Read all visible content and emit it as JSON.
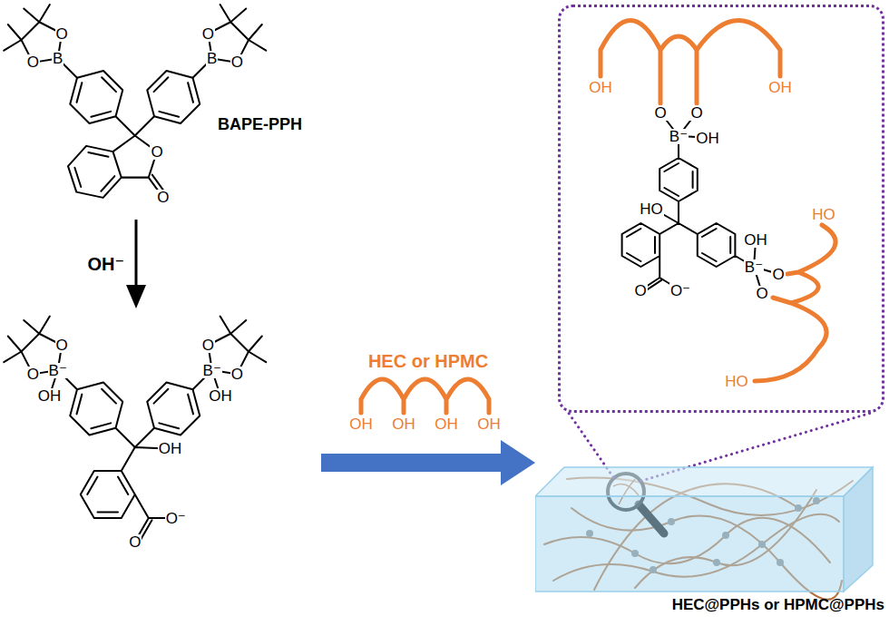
{
  "diagram": {
    "nodes": [
      {
        "text": [
          "BAPE-PPH",
          "O",
          "B",
          "O",
          "O",
          "B",
          "O",
          "O",
          "O"
        ]
      },
      {
        "text": [
          "O",
          "B⁻",
          "O",
          "OH",
          "O",
          "B⁻",
          "O",
          "OH",
          "OH",
          "O",
          "O⁻"
        ]
      },
      {
        "text": [
          "HEC@PPHs or HPMC@PPHs"
        ]
      },
      {
        "text": [
          "OH",
          "O",
          "O",
          "OH",
          "B⁻",
          "OH",
          "HO",
          "HO",
          "OH",
          "B⁻",
          "O",
          "O",
          "O",
          "O⁻",
          "HO"
        ]
      }
    ],
    "edges": [
      {
        "from": 0,
        "to": 1,
        "arrow": "to",
        "label": "OH⁻"
      },
      {
        "from": 1,
        "to": 2,
        "arrow": "to",
        "label": "HEC or HPMC"
      }
    ],
    "labels": [
      "OH",
      "OH",
      "OH",
      "OH"
    ]
  }
}
